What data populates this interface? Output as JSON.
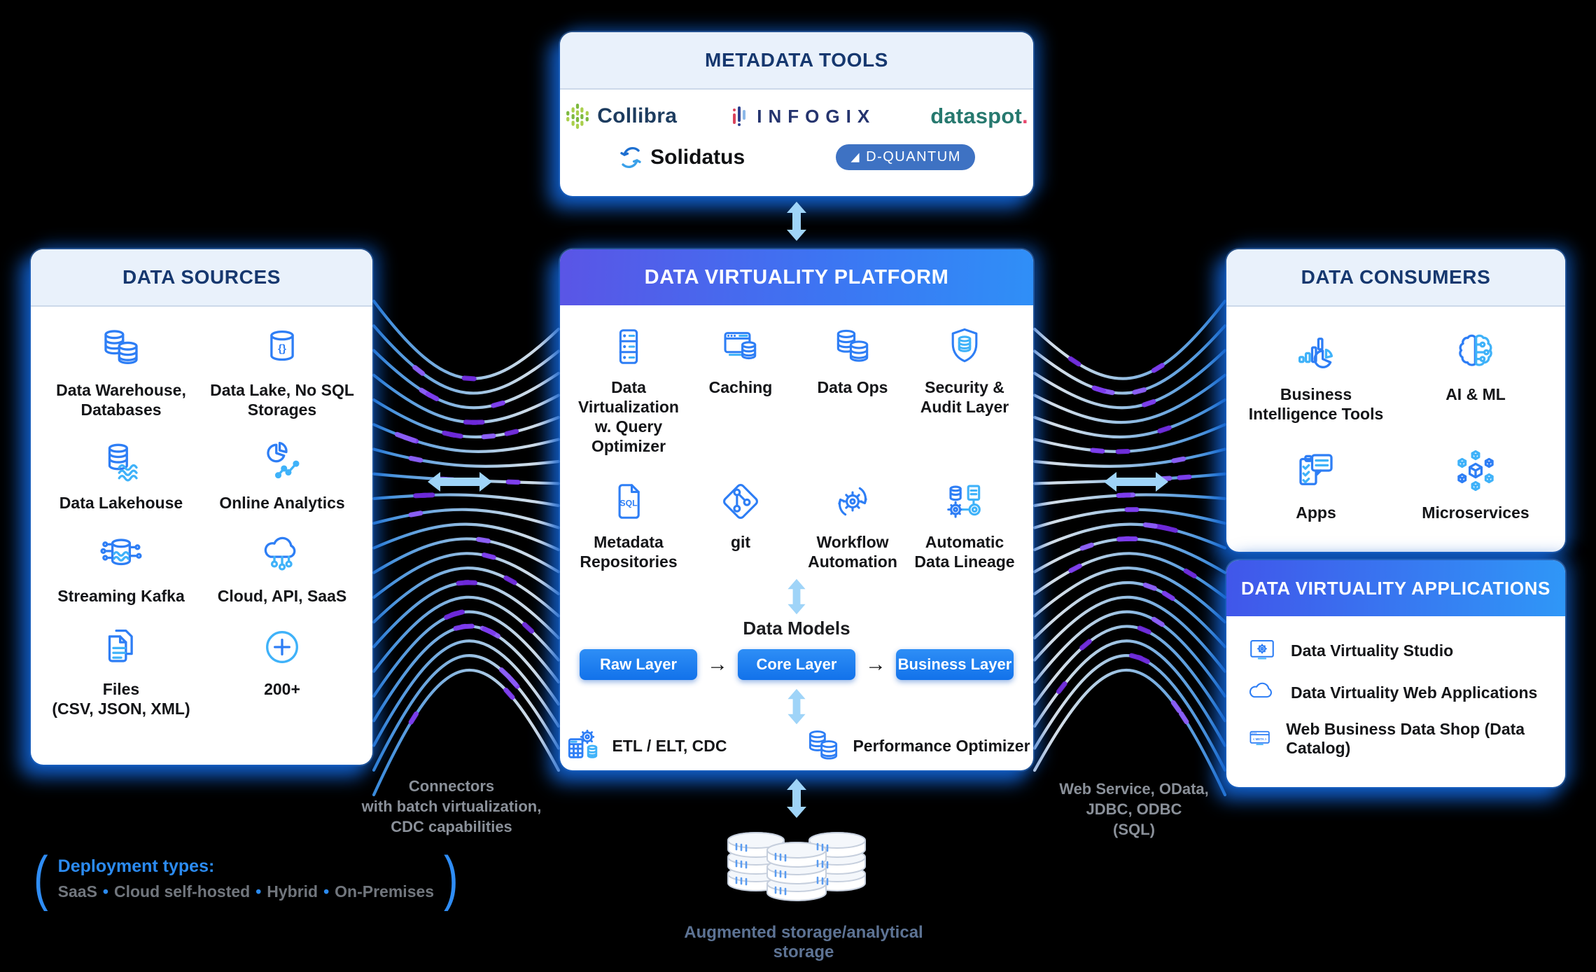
{
  "metadata_tools": {
    "title": "METADATA TOOLS",
    "logos": {
      "collibra": "Collibra",
      "infogix": "INFOGIX",
      "dataspot": "dataspot",
      "dataspot_dot": ".",
      "solidatus": "Solidatus",
      "dquantum": "D-QUANTUM"
    }
  },
  "data_sources": {
    "title": "DATA SOURCES",
    "items": [
      {
        "icon": "databases-icon",
        "label": "Data Warehouse,\nDatabases"
      },
      {
        "icon": "data-lake-icon",
        "label": "Data Lake, No SQL\nStorages"
      },
      {
        "icon": "data-lakehouse-icon",
        "label": "Data Lakehouse"
      },
      {
        "icon": "online-analytics-icon",
        "label": "Online Analytics"
      },
      {
        "icon": "streaming-kafka-icon",
        "label": "Streaming Kafka"
      },
      {
        "icon": "cloud-api-saas-icon",
        "label": "Cloud, API, SaaS"
      },
      {
        "icon": "files-icon",
        "label": "Files\n(CSV, JSON, XML)"
      },
      {
        "icon": "plus-circle-icon",
        "label": "200+"
      }
    ]
  },
  "platform": {
    "title": "DATA VIRTUALITY PLATFORM",
    "features": [
      {
        "icon": "server-icon",
        "label": "Data Virtualization\nw. Query Optimizer"
      },
      {
        "icon": "caching-icon",
        "label": "Caching"
      },
      {
        "icon": "databases-icon",
        "label": "Data Ops"
      },
      {
        "icon": "security-shield-icon",
        "label": "Security &\nAudit Layer"
      },
      {
        "icon": "sql-document-icon",
        "label": "Metadata\nRepositories"
      },
      {
        "icon": "git-icon",
        "label": "git"
      },
      {
        "icon": "workflow-gear-icon",
        "label": "Workflow\nAutomation"
      },
      {
        "icon": "data-lineage-icon",
        "label": "Automatic\nData Lineage"
      }
    ],
    "icon_texts": {
      "sql": "SQL",
      "braces": "{}",
      "meta": "< META >"
    },
    "data_models": {
      "title": "Data Models",
      "flow_arrow": "→",
      "layers": [
        "Raw Layer",
        "Core Layer",
        "Business Layer"
      ]
    },
    "foot": [
      {
        "icon": "etl-icon",
        "label": "ETL / ELT, CDC"
      },
      {
        "icon": "performance-icon",
        "label": "Performance Optimizer"
      }
    ]
  },
  "data_consumers": {
    "title": "DATA CONSUMERS",
    "items": [
      {
        "icon": "business-intelligence-icon",
        "label": "Business\nIntelligence Tools"
      },
      {
        "icon": "ai-ml-brain-icon",
        "label": "AI & ML"
      },
      {
        "icon": "apps-icon",
        "label": "Apps"
      },
      {
        "icon": "microservices-icon",
        "label": "Microservices"
      }
    ]
  },
  "applications": {
    "title": "DATA VIRTUALITY APPLICATIONS",
    "items": [
      {
        "icon": "studio-icon",
        "label": "Data Virtuality Studio"
      },
      {
        "icon": "cloud-app-icon",
        "label": "Data Virtuality Web Applications"
      },
      {
        "icon": "data-shop-icon",
        "label": "Web Business Data Shop (Data Catalog)"
      }
    ]
  },
  "connector_notes": {
    "left": "Connectors\nwith batch virtualization,\nCDC capabilities",
    "right": "Web Service, OData,\nJDBC, ODBC\n(SQL)"
  },
  "deployment": {
    "title": "Deployment types:",
    "bullet": "•",
    "options": [
      "SaaS",
      "Cloud self-hosted",
      "Hybrid",
      "On-Premises"
    ]
  },
  "storage_caption": "Augmented storage/analytical storage",
  "colors": {
    "accent_blue": "#2e7ef5",
    "light_blue_arrow": "#9fd4f8",
    "wire_blue": "#3f97ef",
    "wire_white": "#ffffff",
    "dash_purple": "#7c3aed",
    "header_navy": "#16386f"
  }
}
